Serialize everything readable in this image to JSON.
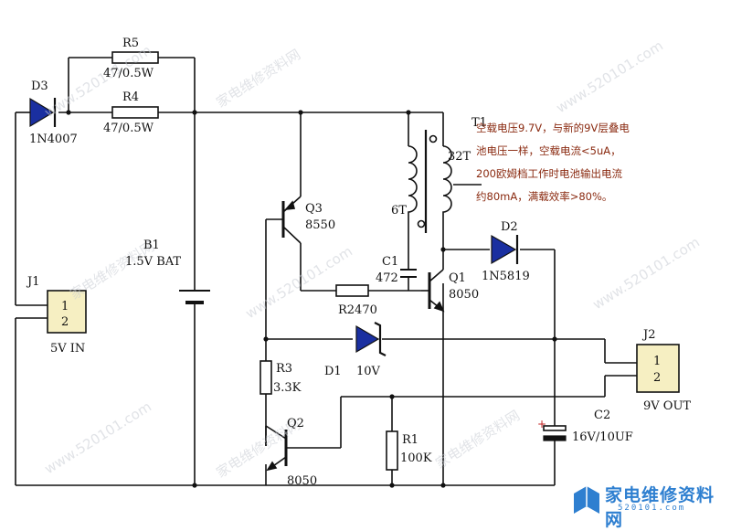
{
  "labels": {
    "r5_name": "R5",
    "r5_val": "47/0.5W",
    "r4_name": "R4",
    "r4_val": "47/0.5W",
    "d3_name": "D3",
    "d3_part": "1N4007",
    "b1_name": "B1",
    "b1_val": "1.5V BAT",
    "q3_name": "Q3",
    "q3_part": "8550",
    "t1_name": "T1",
    "t1_32t": "32T",
    "t1_6t": "6T",
    "c1_name": "C1",
    "c1_val": "472",
    "r2": "R2470",
    "q1_name": "Q1",
    "q1_part": "8050",
    "d2_name": "D2",
    "d2_part": "1N5819",
    "j1_name": "J1",
    "j1_p1": "1",
    "j1_p2": "2",
    "j1_caption": "5V IN",
    "d1_name": "D1",
    "d1_val": "10V",
    "r3_name": "R3",
    "r3_val": "3.3K",
    "q2_name": "Q2",
    "q2_part": "8050",
    "r1_name": "R1",
    "r1_val": "100K",
    "c2_name": "C2",
    "c2_val": "16V/10UF",
    "j2_name": "J2",
    "j2_p1": "1",
    "j2_p2": "2",
    "j2_caption": "9V OUT"
  },
  "note_lines": [
    "空载电压9.7V，与新的9V层叠电",
    "池电压一样，空载电流<5uA，",
    "200欧姆档工作时电池输出电流",
    "约80mA，满载效率>80%。"
  ],
  "watermark": {
    "text_cn": "家电维修资料网",
    "text_url": "www.520101.com"
  },
  "logo": {
    "name": "家电维修资料网",
    "url": "520101.com"
  },
  "colors": {
    "wire": "#111111",
    "diode_fill": "#1a2fa0",
    "connector_fill": "#f6efc2",
    "note_text": "#8a2a10",
    "logo_blue": "#2e7fd0"
  }
}
